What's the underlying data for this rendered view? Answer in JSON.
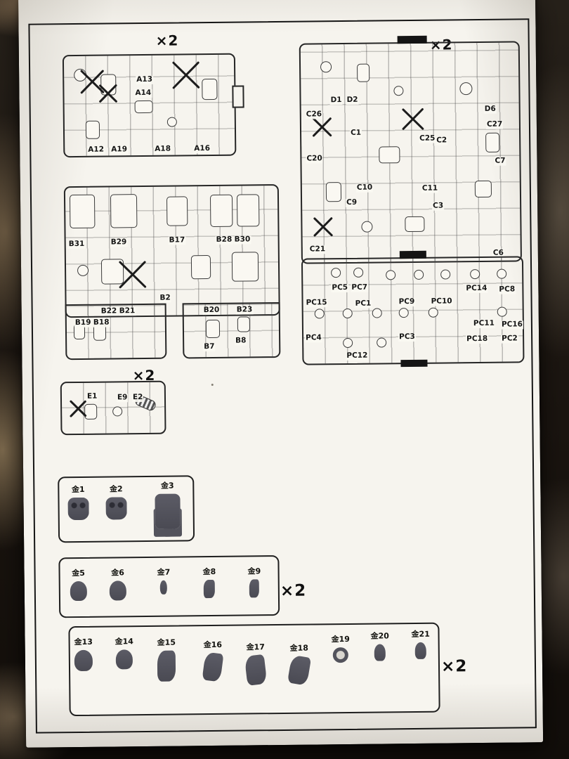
{
  "sprue_a": {
    "multiplier": "×2",
    "parts": [
      "A13",
      "A14",
      "A12",
      "A19",
      "A18",
      "A16"
    ]
  },
  "sprue_cd": {
    "multiplier": "×2",
    "parts": [
      "D1",
      "D2",
      "C26",
      "D6",
      "C27",
      "C1",
      "C25",
      "C2",
      "C20",
      "C7",
      "C10",
      "C11",
      "C9",
      "C3",
      "C21",
      "C6"
    ]
  },
  "sprue_b": {
    "parts": [
      "B31",
      "B29",
      "B17",
      "B28",
      "B30",
      "B22",
      "B21",
      "B2",
      "B20",
      "B23",
      "B19",
      "B18",
      "B7",
      "B8"
    ]
  },
  "sprue_pc": {
    "parts": [
      "PC5",
      "PC7",
      "PC14",
      "PC8",
      "PC15",
      "PC1",
      "PC9",
      "PC10",
      "PC11",
      "PC16",
      "PC4",
      "PC3",
      "PC18",
      "PC2",
      "PC12"
    ]
  },
  "sprue_e": {
    "multiplier": "×2",
    "parts": [
      "E1",
      "E9",
      "E2"
    ]
  },
  "metal_box_1": {
    "items": [
      "金1",
      "金2",
      "金3"
    ]
  },
  "metal_box_2": {
    "multiplier": "×2",
    "items": [
      "金5",
      "金6",
      "金7",
      "金8",
      "金9"
    ]
  },
  "metal_box_3": {
    "multiplier": "×2",
    "items": [
      "金13",
      "金14",
      "金15",
      "金16",
      "金17",
      "金18",
      "金19",
      "金20",
      "金21"
    ]
  },
  "icons": {
    "cross_out_icon": "✕"
  }
}
